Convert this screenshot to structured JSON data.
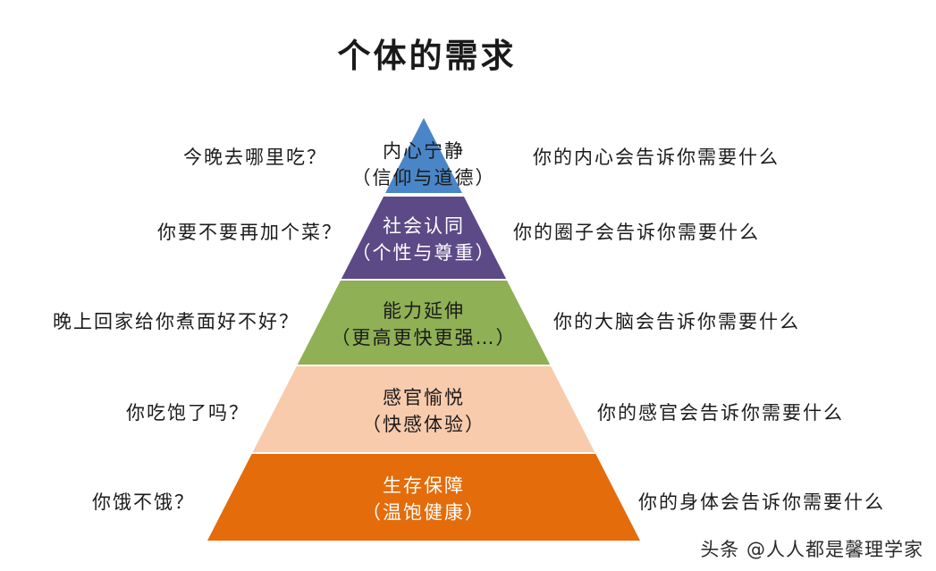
{
  "title": "个体的需求",
  "tiers": [
    {
      "name": "内心宁静",
      "sub": "（信仰与道德）",
      "question": "今晚去哪里吃？",
      "answer": "你的内心会告诉你需要什么",
      "color": "#4a86c7",
      "text_color": "#1a1a1a"
    },
    {
      "name": "社会认同",
      "sub": "（个性与尊重）",
      "question": "你要不要再加个菜？",
      "answer": "你的圈子会告诉你需要什么",
      "color": "#5b4a86",
      "text_color": "#ffffff"
    },
    {
      "name": "能力延伸",
      "sub": "（更高更快更强…）",
      "question": "晚上回家给你煮面好不好？",
      "answer": "你的大脑会告诉你需要什么",
      "color": "#8fb054",
      "text_color": "#1a1a1a"
    },
    {
      "name": "感官愉悦",
      "sub": "（快感体验）",
      "question": "你吃饱了吗？",
      "answer": "你的感官会告诉你需要什么",
      "color": "#f8cbad",
      "text_color": "#1a1a1a"
    },
    {
      "name": "生存保障",
      "sub": "（温饱健康）",
      "question": "你饿不饿？",
      "answer": "你的身体会告诉你需要什么",
      "color": "#e46c0a",
      "text_color": "#ffffff"
    }
  ],
  "watermark": "头条 @人人都是馨理学家"
}
